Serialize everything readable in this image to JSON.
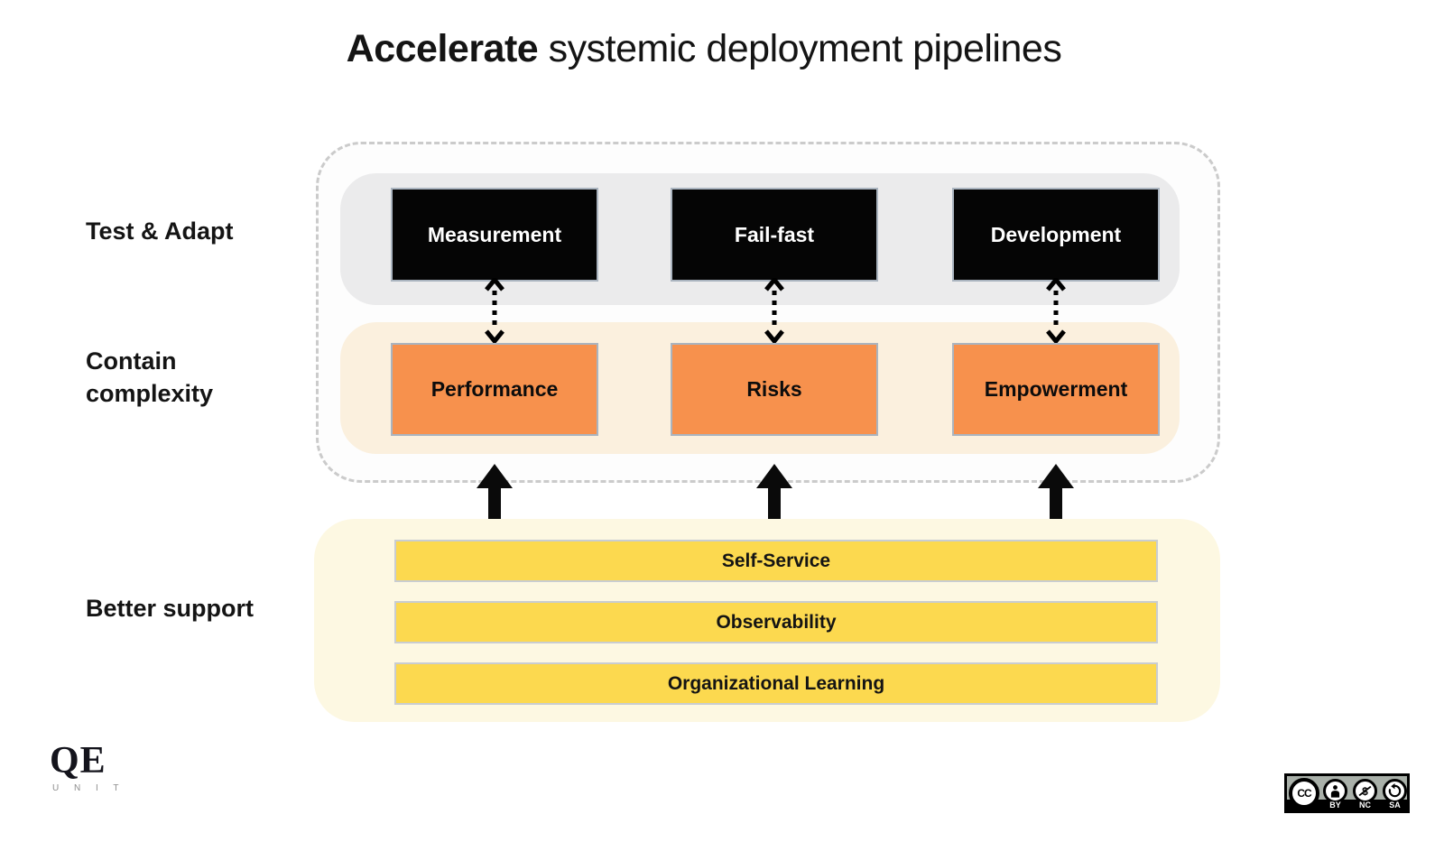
{
  "title": {
    "emphasis": "Accelerate",
    "rest": " systemic deployment pipelines"
  },
  "row_labels": {
    "test_adapt": "Test & Adapt",
    "contain_complexity": "Contain\ncomplexity",
    "better_support": "Better support"
  },
  "diagram": {
    "test_adapt_row": {
      "items": [
        {
          "label": "Measurement"
        },
        {
          "label": "Fail-fast"
        },
        {
          "label": "Development"
        }
      ]
    },
    "contain_complexity_row": {
      "items": [
        {
          "label": "Performance"
        },
        {
          "label": "Risks"
        },
        {
          "label": "Empowerment"
        }
      ]
    },
    "better_support_row": {
      "items": [
        {
          "label": "Self-Service"
        },
        {
          "label": "Observability"
        },
        {
          "label": "Organizational Learning"
        }
      ]
    },
    "connectors": {
      "vertical_links": "double-headed-dotted-arrows",
      "support_links": "solid-up-arrows"
    }
  },
  "colors": {
    "black_box": "#050505",
    "orange_box": "#f7914d",
    "yellow_bar": "#fcd94f",
    "gray_row_bg": "#ebebec",
    "cream_row_bg": "#fbf0de",
    "yellow_container_bg": "#fdf8e2",
    "dashed_border": "#cbcbcb"
  },
  "footer": {
    "logo": {
      "text": "QE",
      "subtext": "U N I T"
    },
    "license": {
      "cc_label": "CC",
      "labels": [
        "BY",
        "NC",
        "SA"
      ]
    }
  }
}
